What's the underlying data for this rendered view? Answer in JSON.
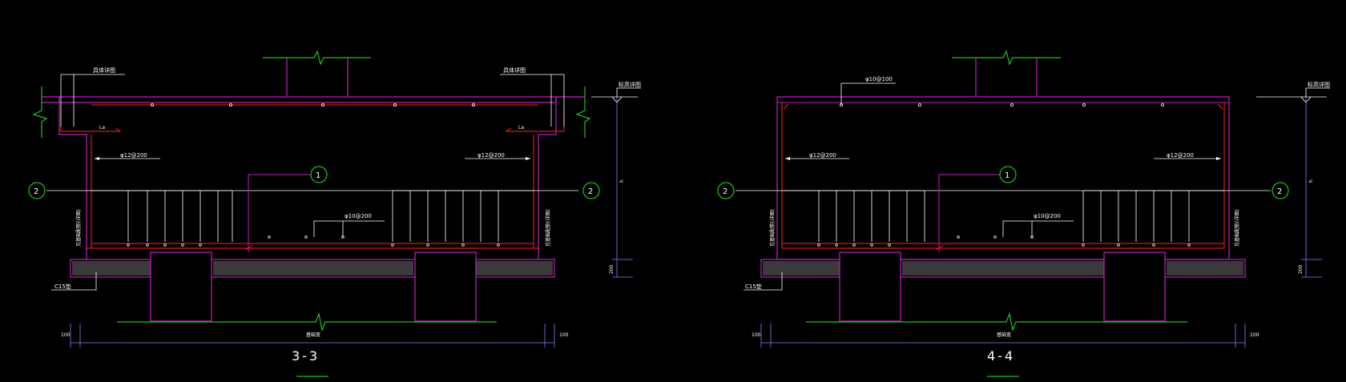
{
  "colors": {
    "background": "#000000",
    "wall": "#c020c0",
    "rebar": "#ff2020",
    "break_line": "#20c020",
    "dimension": "#8080ff",
    "annotation": "#ffffff",
    "grid_bubble": "#20c020",
    "concrete_pad": "#a0a0a0"
  },
  "sections": [
    {
      "id": "3-3",
      "title": "3-3",
      "top_label_left": "具体详图",
      "top_label_right": "具体详图",
      "anchor_label_left": "La",
      "anchor_label_right": "La",
      "rebar_left": "φ12@200",
      "rebar_right": "φ12@200",
      "bottom_rebar": "φ10@200",
      "vertical_left": "见基础配筋(详图)",
      "vertical_right": "见基础配筋(详图)",
      "pad_label": "C15垫",
      "grid_left": "2",
      "grid_right": "2",
      "grid_center": "1",
      "level_label": "标高详图",
      "dim_h": "h",
      "dim_200": "200",
      "dim_100_left": "100",
      "dim_100_right": "100",
      "dim_width": "基础宽"
    },
    {
      "id": "4-4",
      "title": "4-4",
      "top_label": "φ10@100",
      "rebar_left": "φ12@200",
      "rebar_right": "φ12@200",
      "bottom_rebar": "φ10@200",
      "vertical_left": "见基础配筋(详图)",
      "vertical_right": "见基础配筋(详图)",
      "pad_label": "C15垫",
      "grid_left": "2",
      "grid_right": "2",
      "grid_center": "1",
      "level_label": "标高详图",
      "dim_h": "h",
      "dim_200": "200",
      "dim_100_left": "100",
      "dim_100_right": "100",
      "dim_width": "基础宽"
    }
  ]
}
